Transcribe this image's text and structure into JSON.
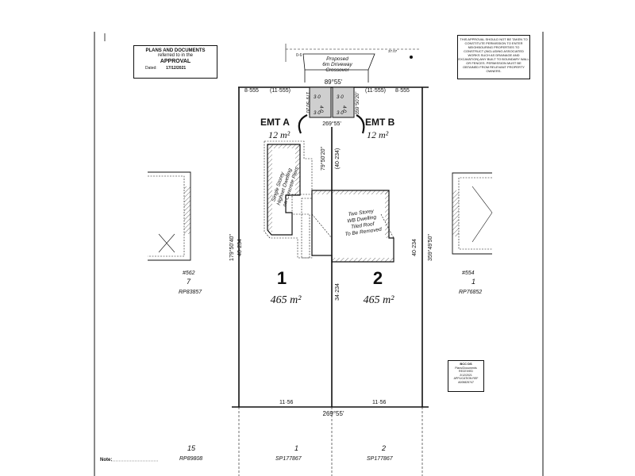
{
  "approval_box": {
    "line1": "PLANS AND DOCUMENTS",
    "line2": "referred to in the",
    "line3": "APPROVAL",
    "dated_label": "Dated:",
    "dated_value": "17/12/2021"
  },
  "disclaimer": "THIS APPROVAL SHOULD NOT BE TAKEN TO CONSTITUTE PERMISSION TO ENTER NEIGHBOURING PROPERTIES TO CONSTRUCT (INCLUDING ASSOCIATED WORKS SUCH AS DRAINAGE AND EXCAVATION) ANY BUILT TO BOUNDARY WALL OR FENCES. PERMISSION MUST BE OBTAINED FROM RELEVANT PROPERTY OWNERS.",
  "stamp": {
    "title": "BCC DS",
    "line1": "Plans/Documents",
    "line2": "RECEIVED",
    "line3": "2/12/2021",
    "line4": "APPLICATION REF",
    "line5": "A005825747"
  },
  "crossover": {
    "label_1": "Proposed",
    "label_2": "6m Driveway",
    "label_3": "Crossover",
    "top_dim": "37.07"
  },
  "boundaries": {
    "front_bearing": "89°55'",
    "rear_bearing": "269°55'",
    "emt_bearing": "269°55'",
    "front_left": "8·555",
    "front_left_paren": "(11·555)",
    "front_right": "(11·555)",
    "front_right_far": "8·555",
    "rear_left": "11·56",
    "rear_right": "11·56",
    "left_bearing": "179°50'40\"",
    "left_length": "40·234",
    "right_bearing": "359°49'50\"",
    "right_length": "40·234",
    "centre_bearing": "79°50'20\"",
    "centre_length": "(40·234)",
    "centre_length_lower": "34·234",
    "emt_left_bearing": "179°50'20\"",
    "emt_right_bearing": "359°50'20\""
  },
  "easements": {
    "a_label": "EMT A",
    "a_area": "12 m²",
    "b_label": "EMT B",
    "b_area": "12 m²",
    "dims": [
      "3·0",
      "4·0",
      "3·0",
      "3·0",
      "4·0",
      "3·0"
    ]
  },
  "lots": {
    "lot1_number": "1",
    "lot1_area": "465 m²",
    "lot2_number": "2",
    "lot2_area": "465 m²"
  },
  "buildings": {
    "single_storey": [
      "Single Storey",
      "Highset Dwelling",
      "on Concrete Piers"
    ],
    "two_storey": [
      "Two Storey",
      "WB Dwelling",
      "Tiled Roof",
      "To Be Removed"
    ]
  },
  "neighbours": {
    "left_house": "#562",
    "left_lot": "7",
    "left_plan": "RP83857",
    "right_house": "#554",
    "right_lot": "1",
    "right_plan": "RP76852"
  },
  "bottom_lots": {
    "left_lot": "15",
    "left_plan": "RP89808",
    "mid_lot": "1",
    "mid_plan": "SP177867",
    "right_lot": "2",
    "right_plan": "SP177867"
  },
  "note_label": "Note:"
}
